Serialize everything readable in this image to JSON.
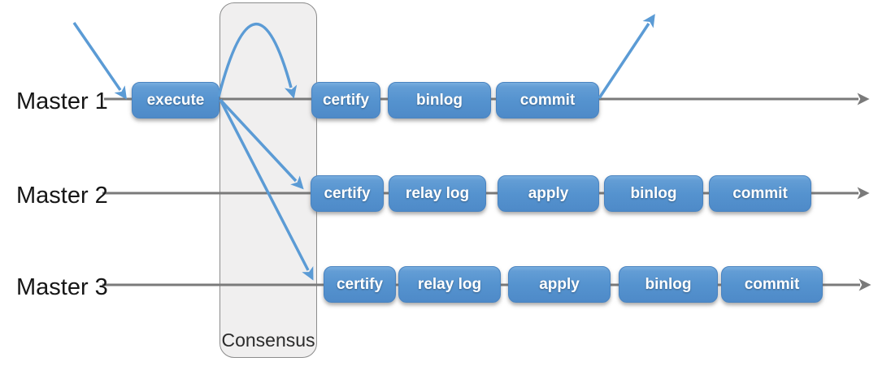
{
  "diagram": {
    "consensus_label": "Consensus",
    "rows": [
      {
        "label": "Master 1",
        "steps": [
          "execute",
          "certify",
          "binlog",
          "commit"
        ]
      },
      {
        "label": "Master 2",
        "steps": [
          "certify",
          "relay log",
          "apply",
          "binlog",
          "commit"
        ]
      },
      {
        "label": "Master 3",
        "steps": [
          "certify",
          "relay log",
          "apply",
          "binlog",
          "commit"
        ]
      }
    ],
    "colors": {
      "box_top": "#79aedf",
      "box_bottom": "#4e8ac8",
      "arrow_blue": "#5b9bd5",
      "line_gray": "#7a7a7a",
      "consensus_fill": "#f0efef",
      "consensus_border": "#8c8c8c"
    }
  }
}
